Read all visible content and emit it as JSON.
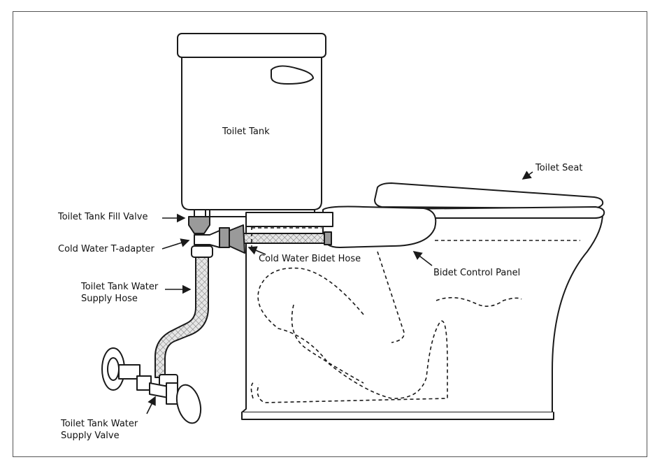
{
  "labels": {
    "toilet_tank": "Toilet Tank",
    "toilet_seat": "Toilet Seat",
    "fill_valve": "Toilet Tank Fill Valve",
    "t_adapter": "Cold Water T-adapter",
    "bidet_hose": "Cold Water Bidet Hose",
    "control_panel": "Bidet Control Panel",
    "supply_hose_line1": "Toilet Tank Water",
    "supply_hose_line2": "Supply Hose",
    "supply_valve_line1": "Toilet Tank Water",
    "supply_valve_line2": "Supply Valve"
  },
  "colors": {
    "line": "#1a1a1a",
    "hose_fill": "#d9d9d9",
    "valve_gray": "#9a9a9a",
    "frame": "#555555"
  }
}
